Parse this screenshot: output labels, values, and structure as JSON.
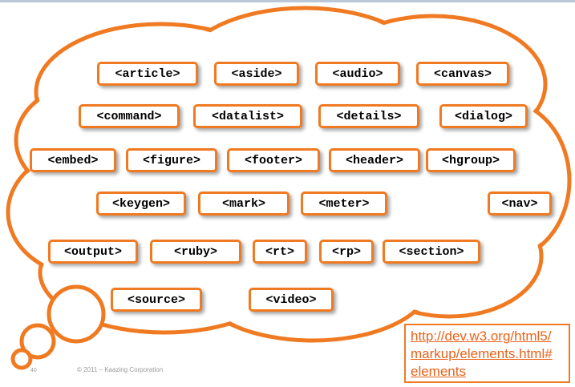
{
  "tags": {
    "article": "<article>",
    "aside": "<aside>",
    "audio": "<audio>",
    "canvas": "<canvas>",
    "command": "<command>",
    "datalist": "<datalist>",
    "details": "<details>",
    "dialog": "<dialog>",
    "embed": "<embed>",
    "figure": "<figure>",
    "footer": "<footer>",
    "header": "<header>",
    "hgroup": "<hgroup>",
    "keygen": "<keygen>",
    "mark": "<mark>",
    "meter": "<meter>",
    "nav": "<nav>",
    "output": "<output>",
    "ruby": "<ruby>",
    "rt": "<rt>",
    "rp": "<rp>",
    "section": "<section>",
    "source": "<source>",
    "video": "<video>"
  },
  "link": {
    "line1": "http://dev.w3.org/html5/",
    "line2": "markup/elements.html#",
    "line3": "elements"
  },
  "footer": {
    "page_number": "40",
    "copyright": "© 2011 – Kaazing Corporation"
  },
  "colors": {
    "accent": "#f07a22",
    "link": "#e8631a"
  }
}
